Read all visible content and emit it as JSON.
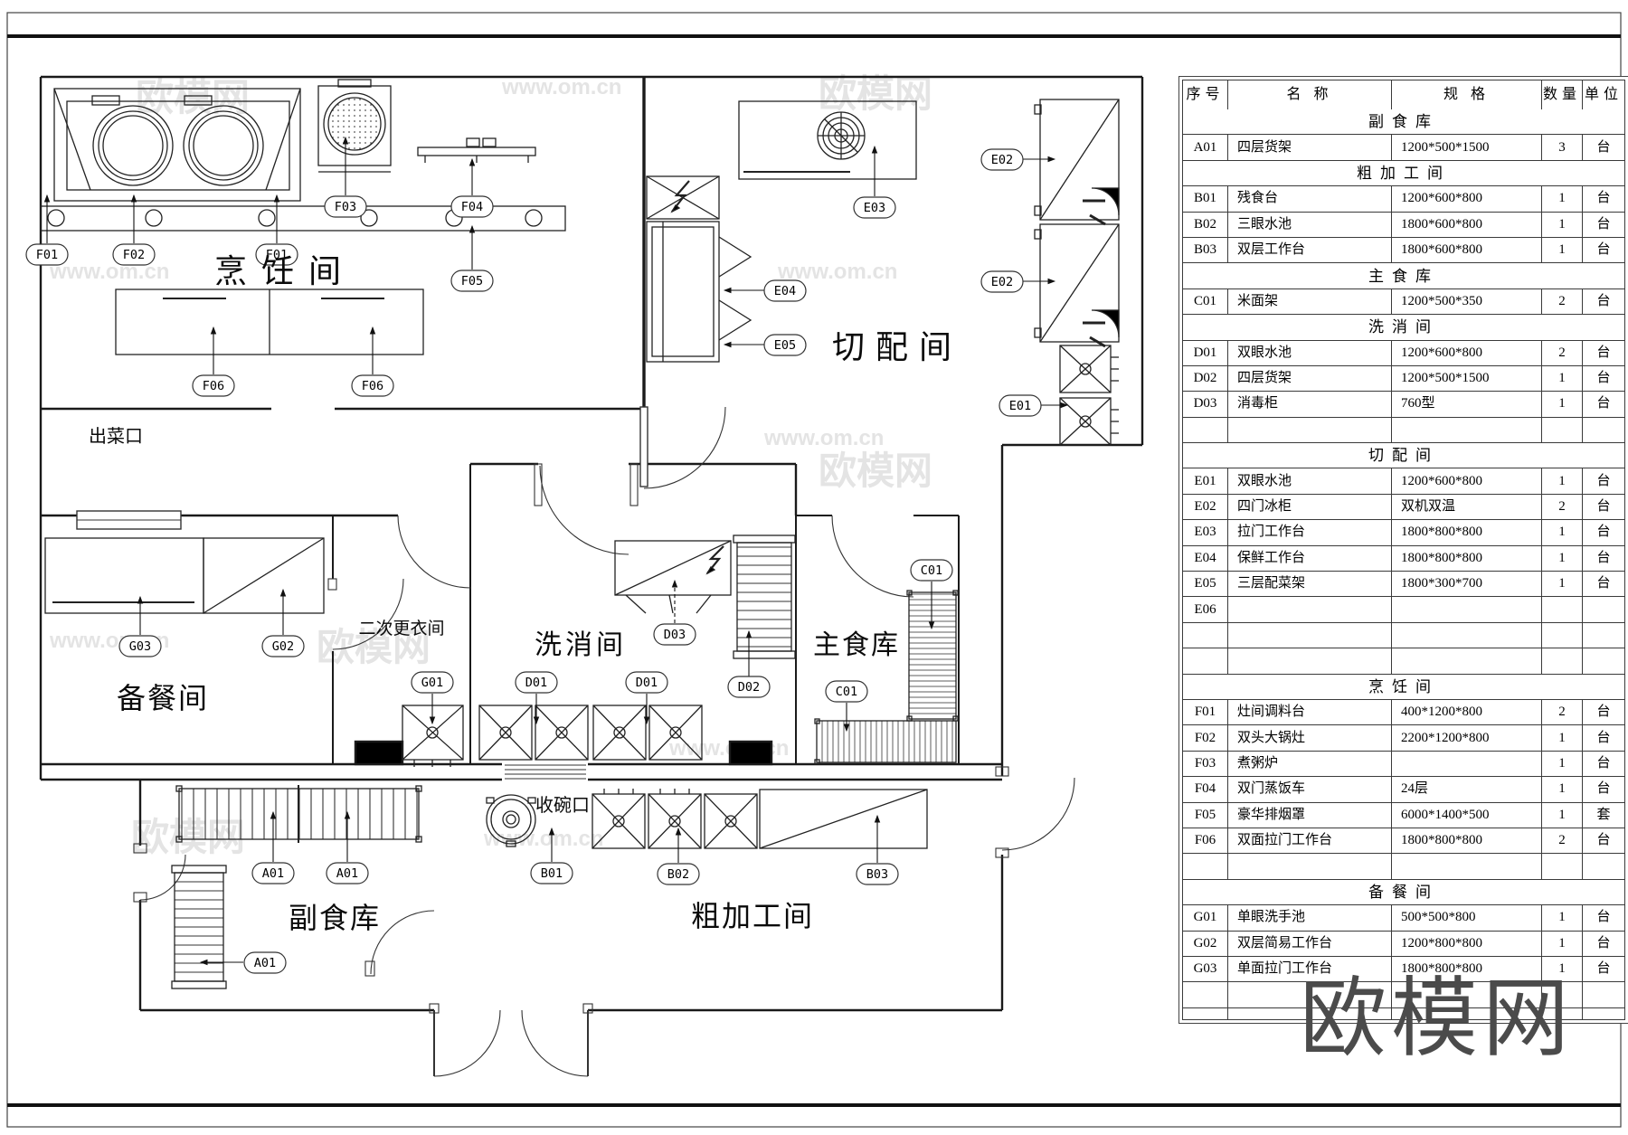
{
  "watermark": {
    "brand": "欧模网",
    "url": "www.om.cn"
  },
  "plan": {
    "rooms": [
      {
        "label": "烹饪间"
      },
      {
        "label": "切配间"
      },
      {
        "label": "洗消间"
      },
      {
        "label": "主食库"
      },
      {
        "label": "备餐间"
      },
      {
        "label": "副食库"
      },
      {
        "label": "粗加工间"
      },
      {
        "label": "二次更衣间"
      },
      {
        "label": "出菜口"
      },
      {
        "label": "收碗口"
      }
    ],
    "tags": [
      {
        "label": "F01"
      },
      {
        "label": "F02"
      },
      {
        "label": "F01"
      },
      {
        "label": "F03"
      },
      {
        "label": "F04"
      },
      {
        "label": "F05"
      },
      {
        "label": "F06"
      },
      {
        "label": "F06"
      },
      {
        "label": "E03"
      },
      {
        "label": "E02"
      },
      {
        "label": "E02"
      },
      {
        "label": "E01"
      },
      {
        "label": "E04"
      },
      {
        "label": "E05"
      },
      {
        "label": "D03"
      },
      {
        "label": "D01"
      },
      {
        "label": "D01"
      },
      {
        "label": "D02"
      },
      {
        "label": "G01"
      },
      {
        "label": "C01"
      },
      {
        "label": "C01"
      },
      {
        "label": "G03"
      },
      {
        "label": "G02"
      },
      {
        "label": "A01"
      },
      {
        "label": "A01"
      },
      {
        "label": "A01"
      },
      {
        "label": "B01"
      },
      {
        "label": "B02"
      },
      {
        "label": "B03"
      }
    ]
  },
  "table": {
    "headers": [
      "序号",
      "名 称",
      "规 格",
      "数量",
      "单位"
    ],
    "rows": [
      {
        "type": "section",
        "label": "副食库"
      },
      {
        "type": "item",
        "id": "A01",
        "name": "四层货架",
        "spec": "1200*500*1500",
        "qty": "3",
        "unit": "台"
      },
      {
        "type": "section",
        "label": "粗加工间"
      },
      {
        "type": "item",
        "id": "B01",
        "name": "残食台",
        "spec": "1200*600*800",
        "qty": "1",
        "unit": "台"
      },
      {
        "type": "item",
        "id": "B02",
        "name": "三眼水池",
        "spec": "1800*600*800",
        "qty": "1",
        "unit": "台"
      },
      {
        "type": "item",
        "id": "B03",
        "name": "双层工作台",
        "spec": "1800*600*800",
        "qty": "1",
        "unit": "台"
      },
      {
        "type": "section",
        "label": "主食库"
      },
      {
        "type": "item",
        "id": "C01",
        "name": "米面架",
        "spec": "1200*500*350",
        "qty": "2",
        "unit": "台"
      },
      {
        "type": "section",
        "label": "洗消间"
      },
      {
        "type": "item",
        "id": "D01",
        "name": "双眼水池",
        "spec": "1200*600*800",
        "qty": "2",
        "unit": "台"
      },
      {
        "type": "item",
        "id": "D02",
        "name": "四层货架",
        "spec": "1200*500*1500",
        "qty": "1",
        "unit": "台"
      },
      {
        "type": "item",
        "id": "D03",
        "name": "消毒柜",
        "spec": "760型",
        "qty": "1",
        "unit": "台"
      },
      {
        "type": "empty"
      },
      {
        "type": "section",
        "label": "切配间"
      },
      {
        "type": "item",
        "id": "E01",
        "name": "双眼水池",
        "spec": "1200*600*800",
        "qty": "1",
        "unit": "台"
      },
      {
        "type": "item",
        "id": "E02",
        "name": "四门冰柜",
        "spec": "双机双温",
        "qty": "2",
        "unit": "台"
      },
      {
        "type": "item",
        "id": "E03",
        "name": "拉门工作台",
        "spec": "1800*800*800",
        "qty": "1",
        "unit": "台"
      },
      {
        "type": "item",
        "id": "E04",
        "name": "保鲜工作台",
        "spec": "1800*800*800",
        "qty": "1",
        "unit": "台"
      },
      {
        "type": "item",
        "id": "E05",
        "name": "三层配菜架",
        "spec": "1800*300*700",
        "qty": "1",
        "unit": "台"
      },
      {
        "type": "item",
        "id": "E06",
        "name": "",
        "spec": "",
        "qty": "",
        "unit": ""
      },
      {
        "type": "empty"
      },
      {
        "type": "empty"
      },
      {
        "type": "section",
        "label": "烹饪间"
      },
      {
        "type": "item",
        "id": "F01",
        "name": "灶间调料台",
        "spec": "400*1200*800",
        "qty": "2",
        "unit": "台"
      },
      {
        "type": "item",
        "id": "F02",
        "name": "双头大锅灶",
        "spec": "2200*1200*800",
        "qty": "1",
        "unit": "台"
      },
      {
        "type": "item",
        "id": "F03",
        "name": "煮粥炉",
        "spec": "",
        "qty": "1",
        "unit": "台"
      },
      {
        "type": "item",
        "id": "F04",
        "name": "双门蒸饭车",
        "spec": "24层",
        "qty": "1",
        "unit": "台"
      },
      {
        "type": "item",
        "id": "F05",
        "name": "豪华排烟罩",
        "spec": "6000*1400*500",
        "qty": "1",
        "unit": "套"
      },
      {
        "type": "item",
        "id": "F06",
        "name": "双面拉门工作台",
        "spec": "1800*800*800",
        "qty": "2",
        "unit": "台"
      },
      {
        "type": "empty"
      },
      {
        "type": "section",
        "label": "备餐间"
      },
      {
        "type": "item",
        "id": "G01",
        "name": "单眼洗手池",
        "spec": "500*500*800",
        "qty": "1",
        "unit": "台"
      },
      {
        "type": "item",
        "id": "G02",
        "name": "双层简易工作台",
        "spec": "1200*800*800",
        "qty": "1",
        "unit": "台"
      },
      {
        "type": "item",
        "id": "G03",
        "name": "单面拉门工作台",
        "spec": "1800*800*800",
        "qty": "1",
        "unit": "台"
      },
      {
        "type": "empty"
      },
      {
        "type": "thin"
      }
    ]
  }
}
